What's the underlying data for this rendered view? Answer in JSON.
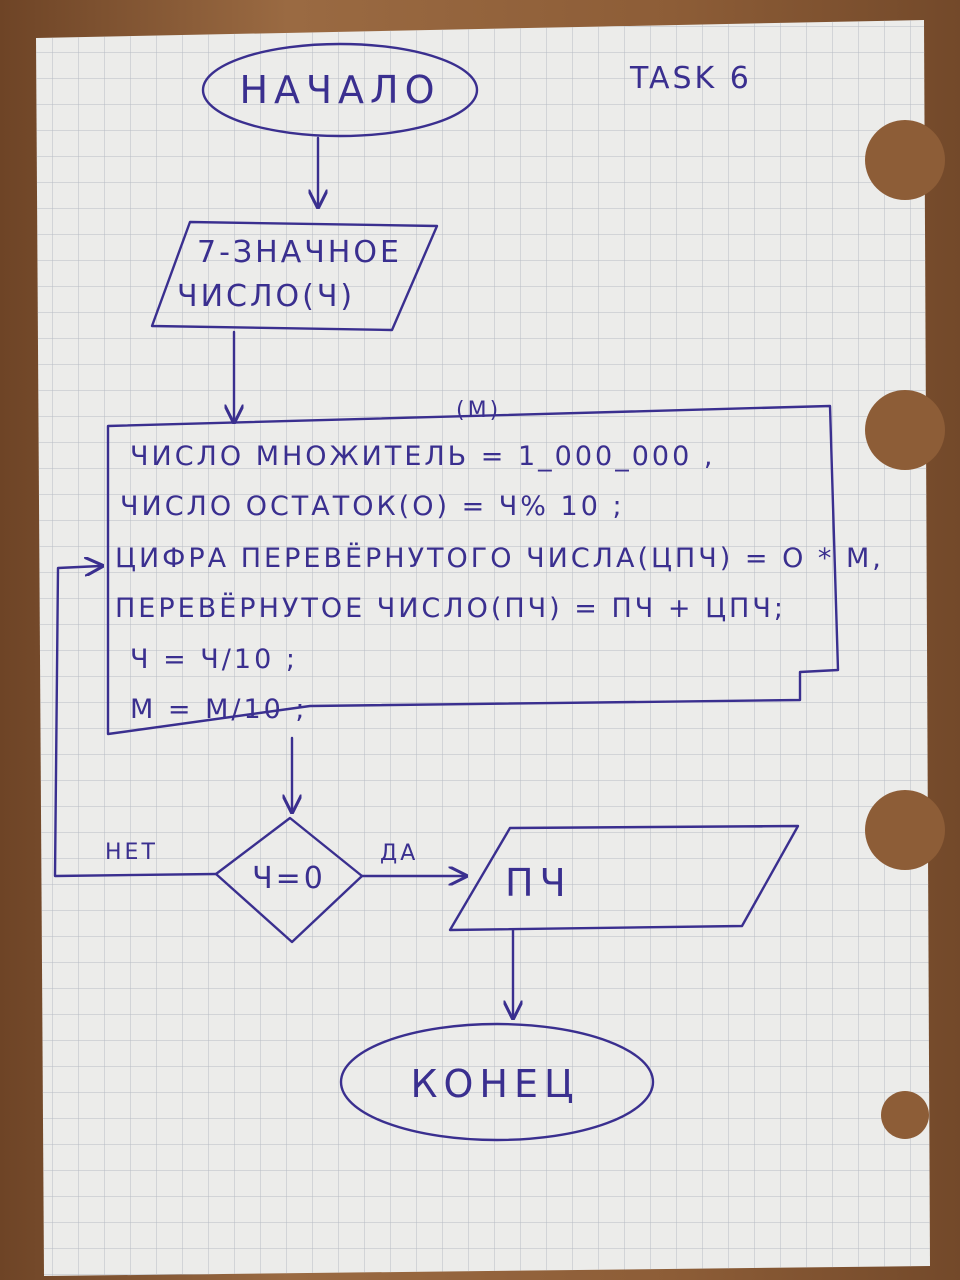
{
  "header": {
    "task_label": "TASK 6"
  },
  "flowchart": {
    "start": "НАЧАЛО",
    "input": {
      "line1": "7-ЗНАЧНОЕ",
      "line2": "ЧИСЛО(Ч)"
    },
    "process": {
      "m_note": "(M)",
      "lines": [
        "ЧИСЛО МНОЖИТЕЛЬ = 1_000_000 ,",
        "ЧИСЛО ОСТАТОК(О) = Ч% 10 ;",
        "ЦИФРА ПЕРЕВЁРНУТОГО ЧИСЛА(ЦПЧ) = О * М,",
        "ПЕРЕВЁРНУТОЕ ЧИСЛО(ПЧ) = ПЧ + ЦПЧ;",
        "Ч = Ч/10 ;",
        "М = М/10 ;"
      ]
    },
    "decision": {
      "condition": "Ч=0",
      "no_label": "НЕТ",
      "yes_label": "ДА"
    },
    "output": "ПЧ",
    "end": "КОНЕЦ"
  }
}
